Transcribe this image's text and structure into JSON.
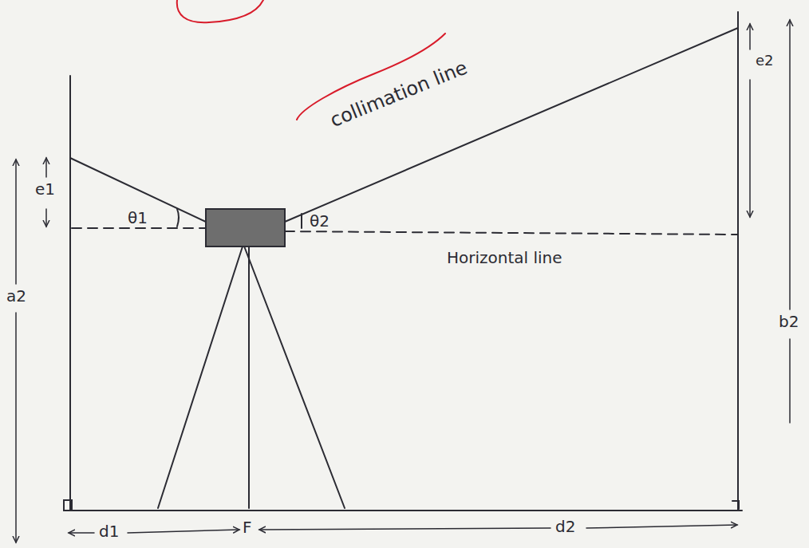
{
  "diagram": {
    "labels": [
      "e1",
      "θ1",
      "θ2",
      "collimation line",
      "Horizontal line",
      "e2",
      "a2",
      "b2",
      "d1",
      "d2",
      "F"
    ]
  }
}
